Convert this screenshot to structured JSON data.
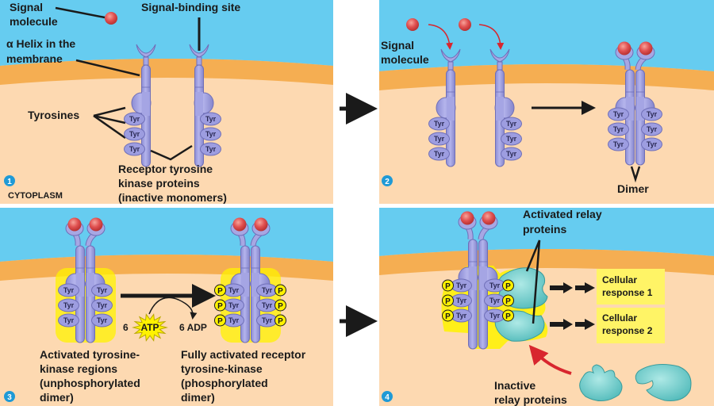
{
  "colors": {
    "extracellular": "#66ccf0",
    "membrane": "#f5ae52",
    "cytoplasm": "#fdd9b1",
    "receptor": "#9b9bdd",
    "receptor_stroke": "#6f6fb8",
    "signal": "#e05050",
    "relay": "#6fcfcf",
    "highlight": "#fff200",
    "step_badge": "#1f9ad6",
    "red_arrow": "#d8262e",
    "response_box": "#fff466"
  },
  "panels": [
    {
      "step": "1",
      "labels": {
        "signal_molecule": [
          "Signal",
          "molecule"
        ],
        "signal_binding_site": "Signal-binding site",
        "alpha_helix": [
          "α Helix in the",
          "membrane"
        ],
        "tyrosines": "Tyrosines",
        "receptor": [
          "Receptor tyrosine",
          "kinase proteins",
          "(inactive monomers)"
        ],
        "cytoplasm": "CYTOPLASM"
      },
      "tyr": "Tyr"
    },
    {
      "step": "2",
      "labels": {
        "signal_molecule": [
          "Signal",
          "molecule"
        ],
        "dimer": "Dimer"
      },
      "tyr": "Tyr"
    },
    {
      "step": "3",
      "labels": {
        "left": [
          "Activated tyrosine-",
          "kinase regions",
          "(unphosphorylated",
          "dimer)"
        ],
        "right": [
          "Fully activated receptor",
          "tyrosine-kinase",
          "(phosphorylated",
          "dimer)"
        ],
        "atp_count": "6",
        "atp": "ATP",
        "adp": "6 ADP"
      },
      "tyr": "Tyr",
      "phosphate": "P"
    },
    {
      "step": "4",
      "labels": {
        "activated_relay": [
          "Activated relay",
          "proteins"
        ],
        "response1": [
          "Cellular",
          "response 1"
        ],
        "response2": [
          "Cellular",
          "response 2"
        ],
        "inactive_relay": [
          "Inactive",
          "relay proteins"
        ]
      },
      "tyr": "Tyr",
      "phosphate": "P"
    }
  ]
}
